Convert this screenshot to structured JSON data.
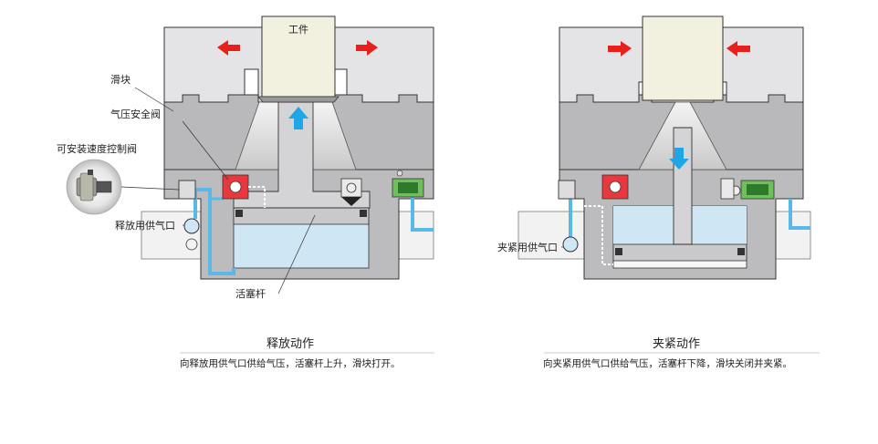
{
  "left": {
    "workpiece": "工件",
    "slider": "滑块",
    "safety_valve": "气压安全阀",
    "speed_valve": "可安装速度控制阀",
    "release_port": "释放用供气口",
    "piston_rod": "活塞杆",
    "title": "释放动作",
    "caption": "向释放用供气口供给气压，活塞杆上升，滑块打开。"
  },
  "right": {
    "clamp_port": "夹紧用供气口",
    "title": "夹紧动作",
    "caption": "向夹紧用供气口供给气压，活塞杆下降，滑块关闭并夹紧。"
  },
  "colors": {
    "slider_light": "#e4e4e6",
    "body_gray": "#b9b9bb",
    "workpiece": "#f2f1e0",
    "air_blue": "#cfe6f5",
    "pipe_blue": "#5ab8e8",
    "arrow_red": "#e8201c",
    "arrow_blue": "#1ea6e6",
    "valve_red": "#e8383d",
    "line_dark": "#222222"
  }
}
